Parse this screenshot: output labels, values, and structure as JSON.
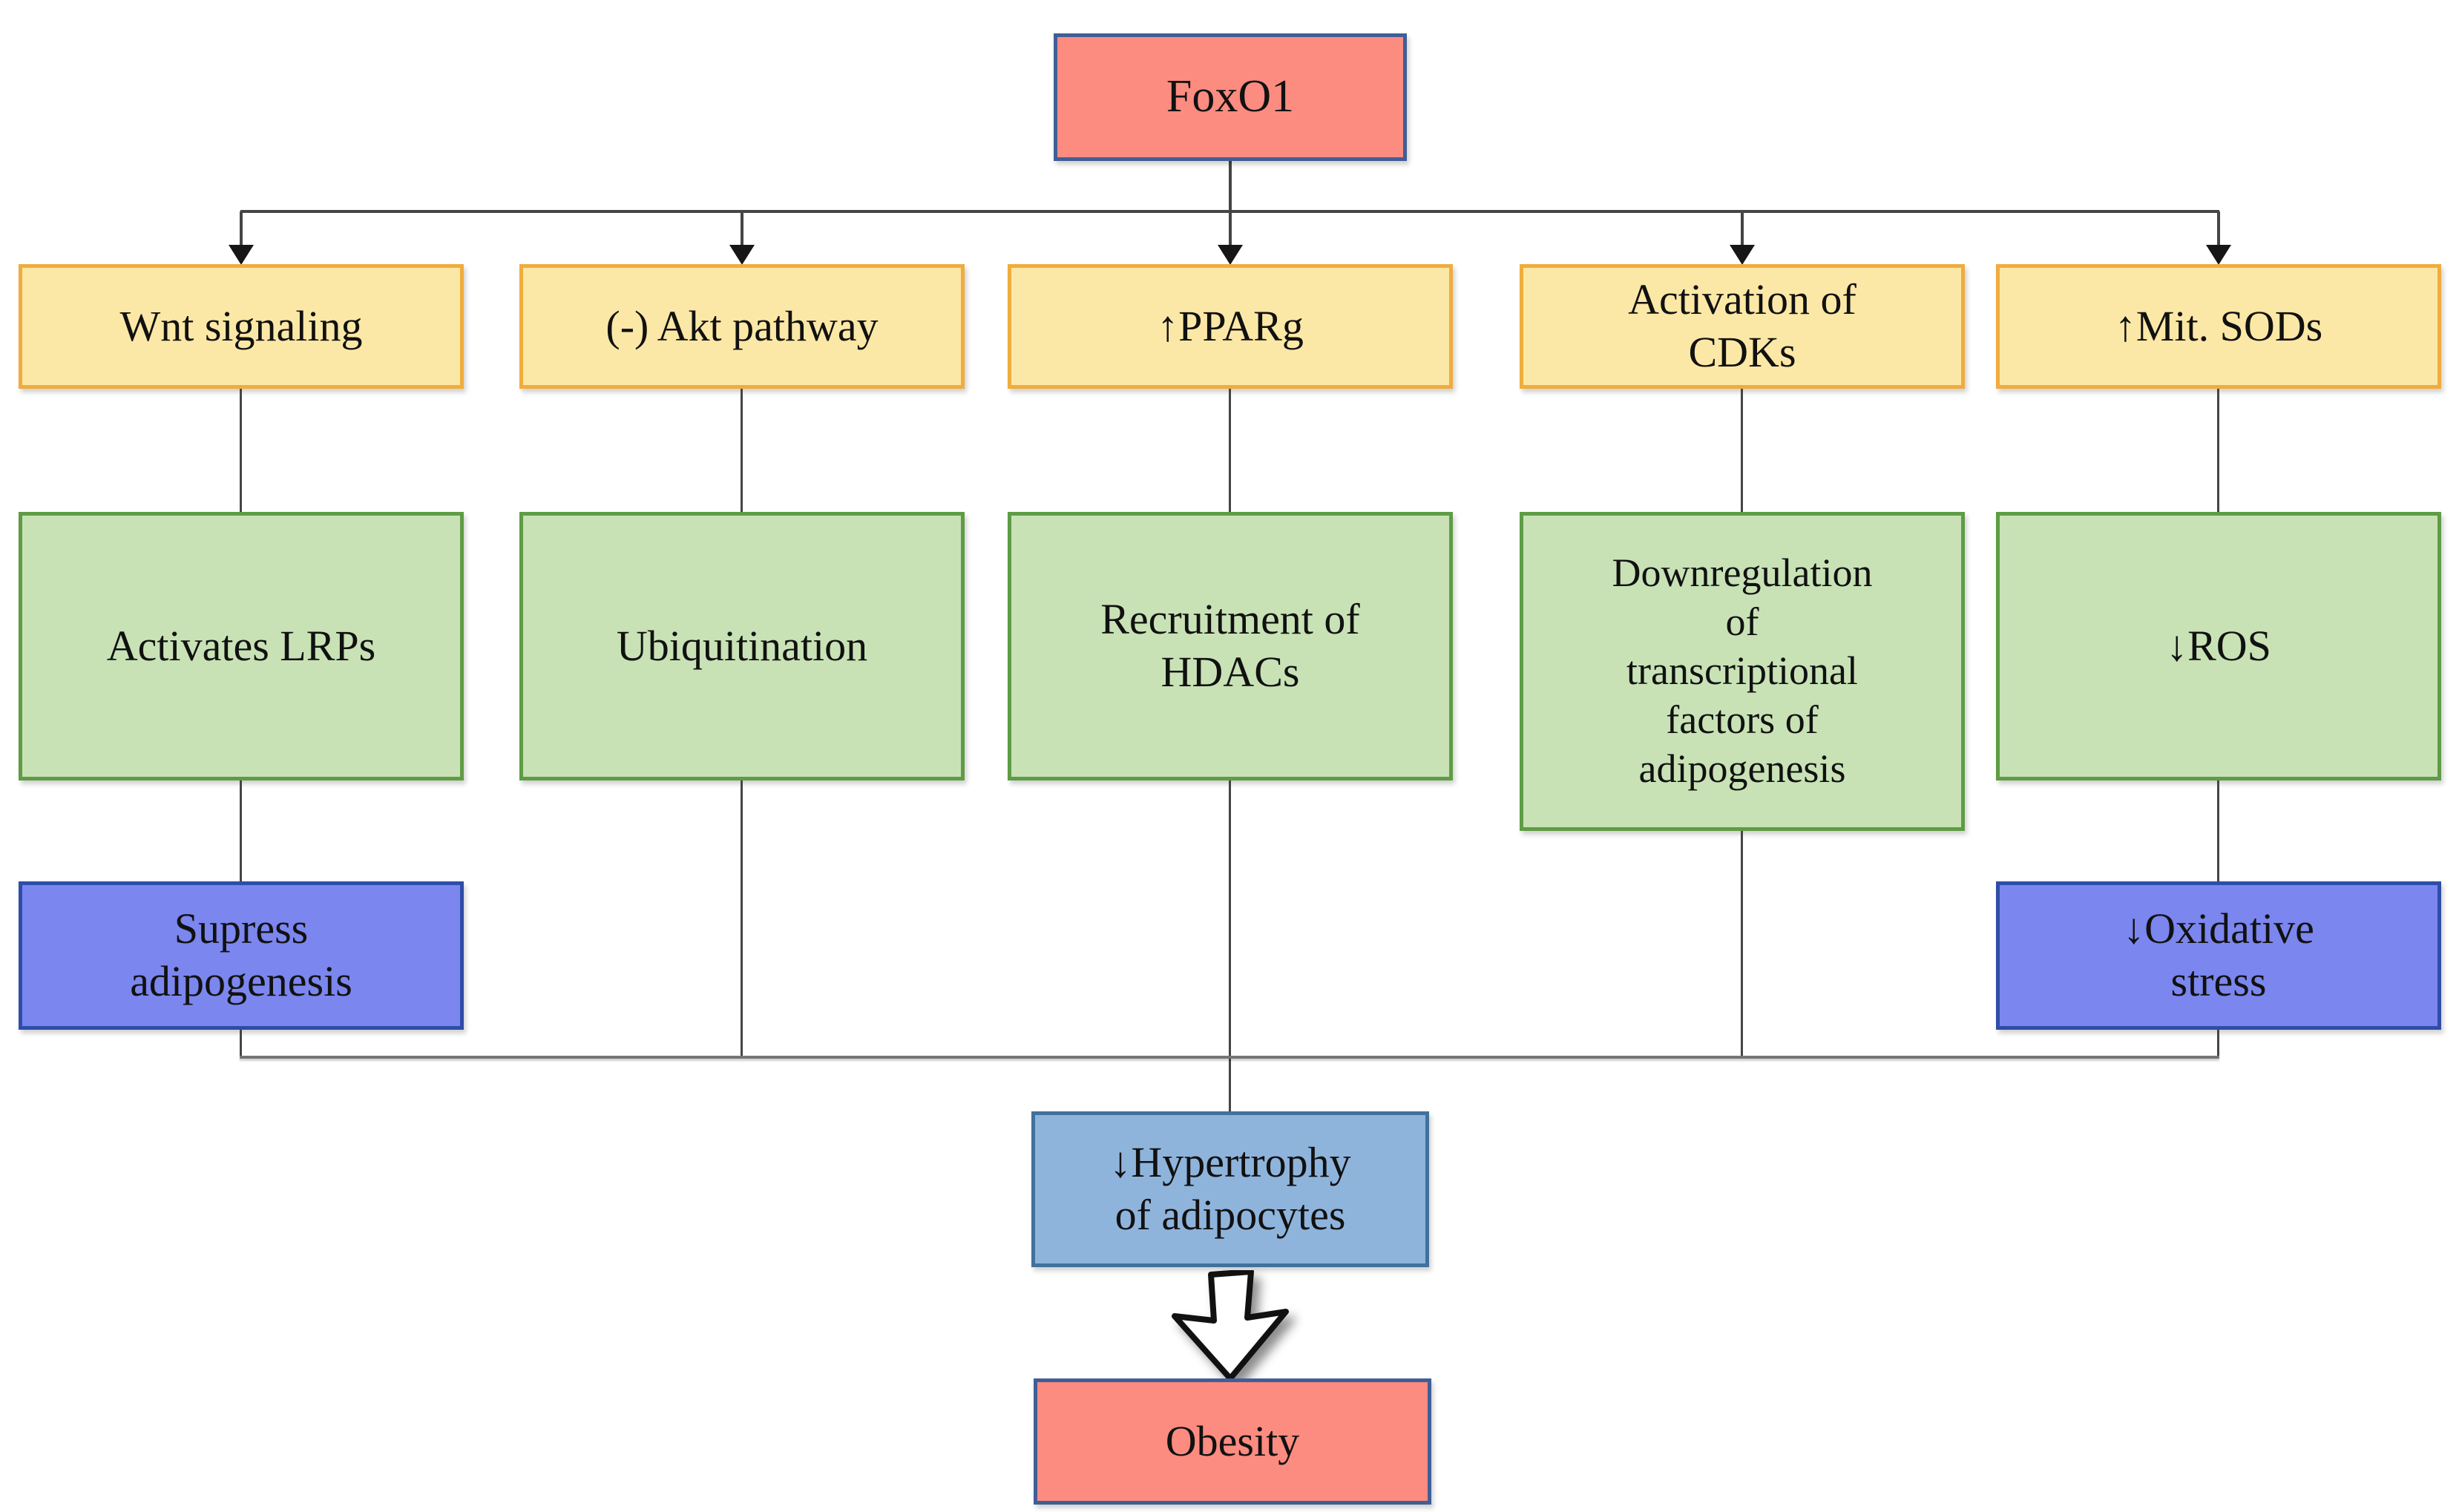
{
  "palette": {
    "node_red_fill": "#FC8B80",
    "node_red_border": "#3F5F96",
    "node_yellow_fill": "#FCE8A6",
    "node_yellow_border": "#F0AC3E",
    "node_green_fill": "#C8E2B6",
    "node_green_border": "#5F9C45",
    "node_purple_fill": "#7B86EE",
    "node_purple_border": "#2F4DA8",
    "node_blue_fill": "#8FB4DC",
    "node_blue_border": "#41719C",
    "connector_dark": "#454545",
    "connector_gray": "#757575"
  },
  "diagram": {
    "root": {
      "label": "FoxO1"
    },
    "columns": [
      {
        "pathway": "Wnt signaling",
        "mechanism": "Activates LRPs",
        "outcome": "Supress\nadipogenesis"
      },
      {
        "pathway": "(-) Akt pathway",
        "mechanism": "Ubiquitination"
      },
      {
        "pathway": "↑PPARg",
        "mechanism": "Recruitment of\nHDACs"
      },
      {
        "pathway": "Activation of\nCDKs",
        "mechanism": "Downregulation\nof\ntranscriptional\nfactors of\nadipogenesis"
      },
      {
        "pathway": "↑Mit. SODs",
        "mechanism": "↓ROS",
        "outcome": "↓Oxidative\nstress"
      }
    ],
    "merged_outcome": {
      "label": "↓Hypertrophy\nof adipocytes"
    },
    "final_outcome": {
      "label": "Obesity"
    }
  }
}
